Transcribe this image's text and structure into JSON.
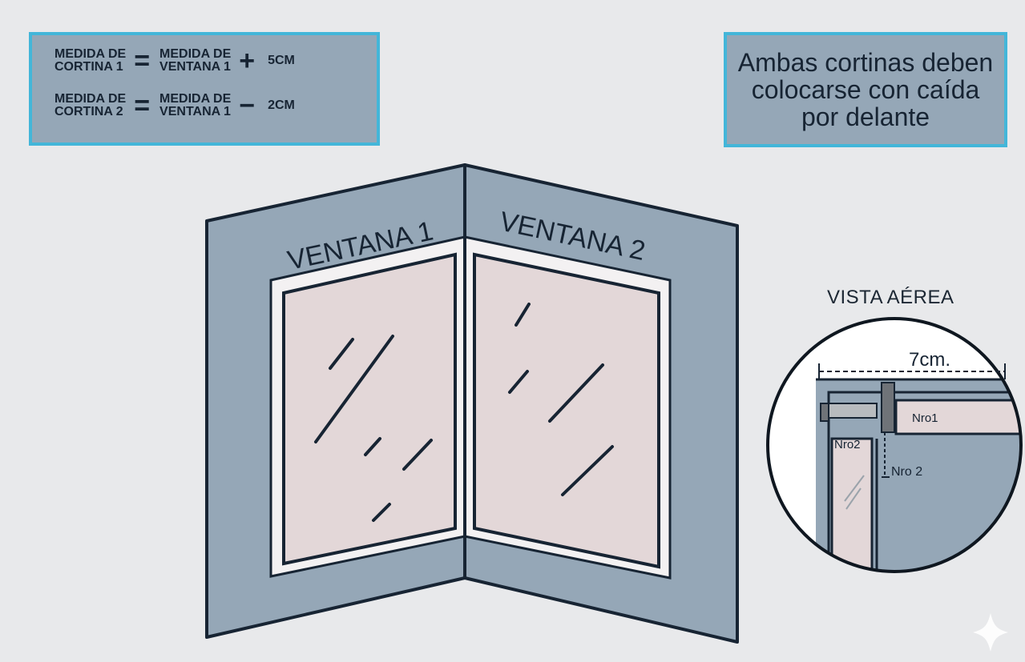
{
  "formulas": {
    "row1": {
      "lhs_line1": "MEDIDA DE",
      "lhs_line2": "CORTINA 1",
      "equals": "=",
      "rhs_line1": "MEDIDA DE",
      "rhs_line2": "VENTANA 1",
      "operator": "+",
      "value": "5CM"
    },
    "row2": {
      "lhs_line1": "MEDIDA DE",
      "lhs_line2": "CORTINA 2",
      "equals": "=",
      "rhs_line1": "MEDIDA DE",
      "rhs_line2": "VENTANA 1",
      "operator": "−",
      "value": "2CM"
    }
  },
  "note": "Ambas cortinas deben colocarse con caída por delante",
  "windows": {
    "left_label": "VENTANA 1",
    "right_label": "VENTANA 2"
  },
  "aerial_view": {
    "title": "VISTA AÉREA",
    "width_label": "7cm.",
    "label_nro1": "Nro1",
    "label_nro2_inner": "Nro2",
    "label_nro2_outer": "Nro 2"
  },
  "colors": {
    "background": "#e8e9eb",
    "wall": "#95a7b7",
    "glass": "#e3d7d8",
    "box_border": "#43b6d9",
    "line": "#172433"
  }
}
